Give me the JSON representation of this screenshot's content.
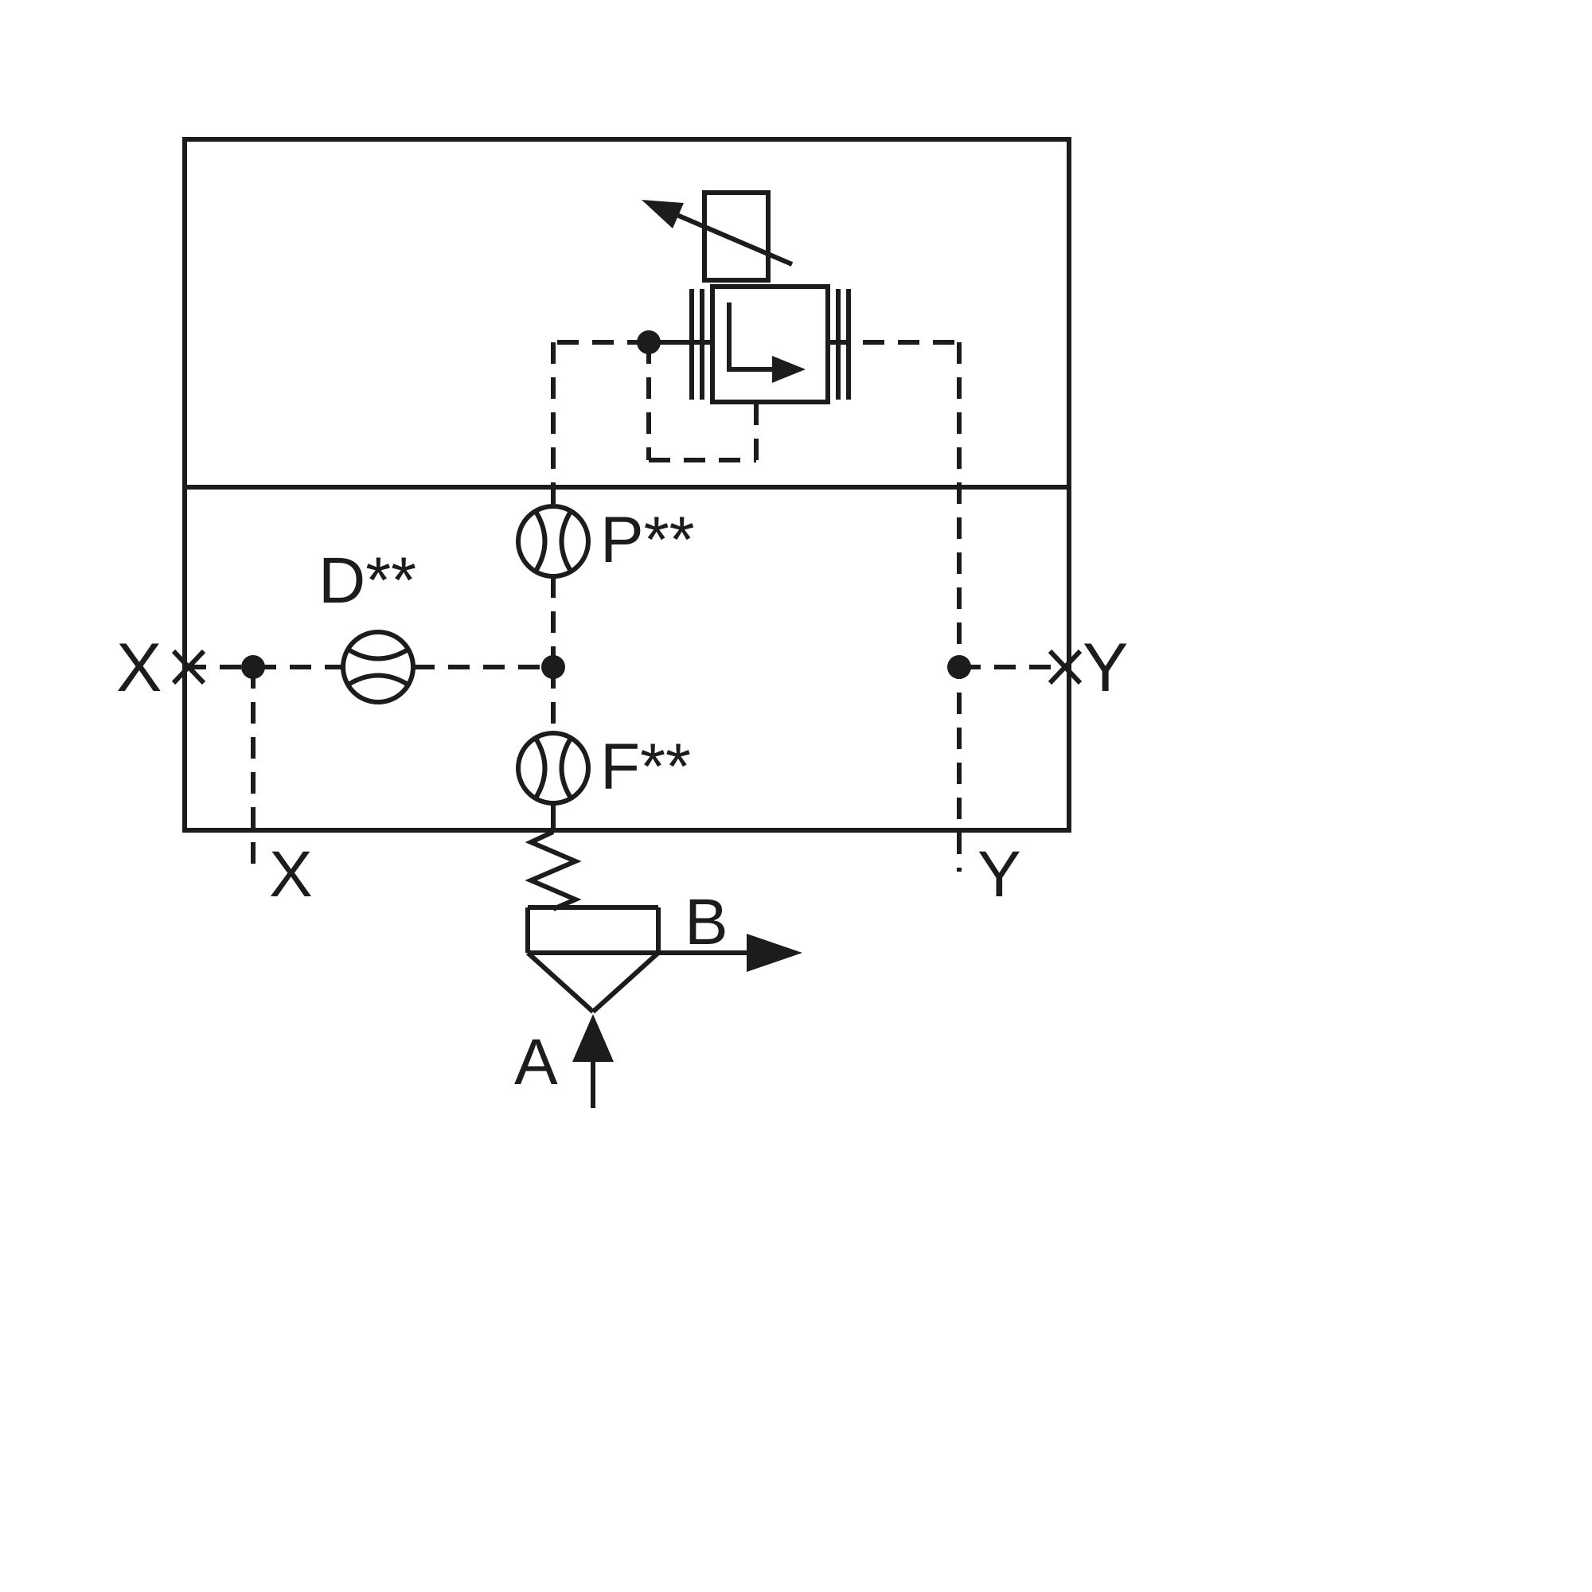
{
  "diagram": {
    "type": "hydraulic-circuit-schematic",
    "colors": {
      "line": "#1c1c1c",
      "background": "#ffffff"
    },
    "labels": {
      "port_x_side": "X",
      "port_y_side": "Y",
      "port_x_bottom": "X",
      "port_y_bottom": "Y",
      "port_a": "A",
      "port_b": "B",
      "orifice_d": "D**",
      "orifice_p": "P**",
      "orifice_f": "F**"
    },
    "symbols": {
      "manifold_block": "manifold-block-outline",
      "pilot_relief_valve": "pilot-relief-valve-symbol",
      "adjustment_arrow": "adjustable-setting-arrow-icon",
      "flow_arrow": "flow-direction-arrow-icon",
      "orifice": "orifice-nozzle-symbol",
      "junction": "junction-dot",
      "plugged_port": "plugged-port-cross-icon",
      "check_valve": "spring-loaded-poppet-valve-symbol",
      "pilot_line": "dashed-pilot-line"
    }
  }
}
